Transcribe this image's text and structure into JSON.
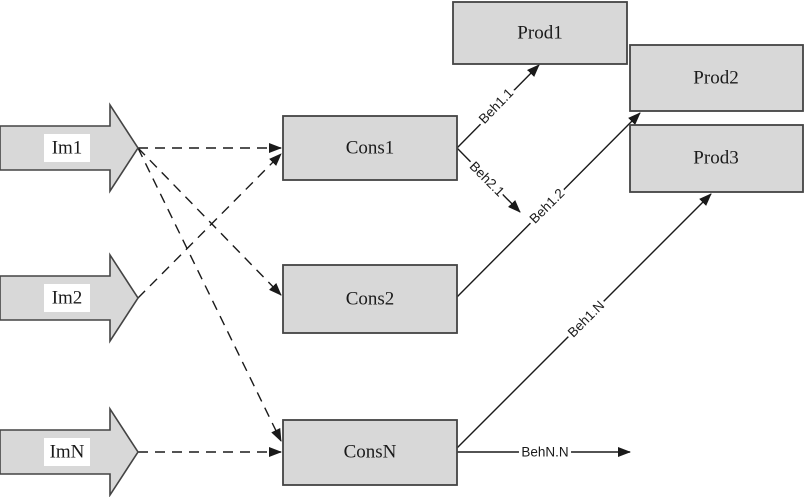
{
  "diagram": {
    "colors": {
      "node_fill": "#d8d8d8",
      "node_border": "#444444",
      "edge_color": "#1a1a1a",
      "label_halo": "#ffffff"
    },
    "image_sources": {
      "items": [
        {
          "label": "Im1"
        },
        {
          "label": "Im2"
        },
        {
          "label": "ImN"
        }
      ]
    },
    "consumers": {
      "items": [
        {
          "label": "Cons1"
        },
        {
          "label": "Cons2"
        },
        {
          "label": "ConsN"
        }
      ]
    },
    "producers": {
      "items": [
        {
          "label": "Prod1"
        },
        {
          "label": "Prod2"
        },
        {
          "label": "Prod3"
        }
      ]
    },
    "behavior_edges": {
      "items": [
        {
          "label": "Beh1.1"
        },
        {
          "label": "Beh2.1"
        },
        {
          "label": "Beh1.2"
        },
        {
          "label": "Beh1.N"
        },
        {
          "label": "BehN.N"
        }
      ]
    }
  }
}
